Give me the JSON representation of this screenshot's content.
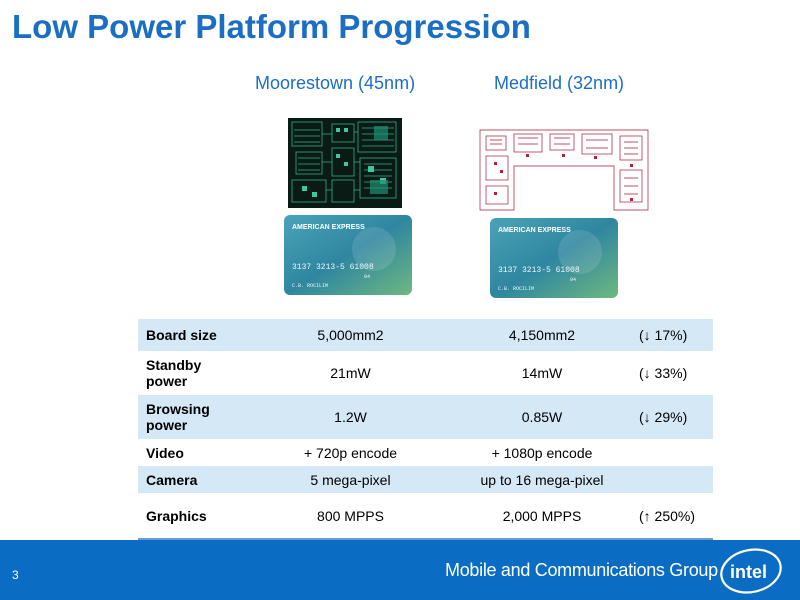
{
  "slide": {
    "title": "Low Power Platform Progression",
    "page_number": "3"
  },
  "columns": {
    "left": "Moorestown (45nm)",
    "right": "Medfield (32nm)"
  },
  "card": {
    "brand": "AMERICAN EXPRESS",
    "number": "3137 3213-5 61008",
    "suffix": "04",
    "holder": "C.B. ROCILIM"
  },
  "table": {
    "rows": [
      {
        "label": "Board size",
        "moorestown": "5,000mm2",
        "medfield": "4,150mm2",
        "change": "(↓ 17%)"
      },
      {
        "label": "Standby power",
        "moorestown": "21mW",
        "medfield": "14mW",
        "change": "(↓ 33%)"
      },
      {
        "label": "Browsing power",
        "moorestown": "1.2W",
        "medfield": "0.85W",
        "change": "(↓ 29%)"
      },
      {
        "label": "Video",
        "moorestown": "+ 720p encode",
        "medfield": "+ 1080p encode",
        "change": ""
      },
      {
        "label": "Camera",
        "moorestown": "5 mega-pixel",
        "medfield": "up to 16 mega-pixel",
        "change": ""
      },
      {
        "label": "Graphics",
        "moorestown": "800 MPPS",
        "medfield": "2,000 MPPS",
        "change": "(↑ 250%)"
      }
    ]
  },
  "footer": {
    "group": "Mobile and Communications Group",
    "logo": "intel"
  },
  "colors": {
    "title": "#1a6fc4",
    "footer": "#0b6cc4",
    "row_shade": "#d5e8f5"
  }
}
